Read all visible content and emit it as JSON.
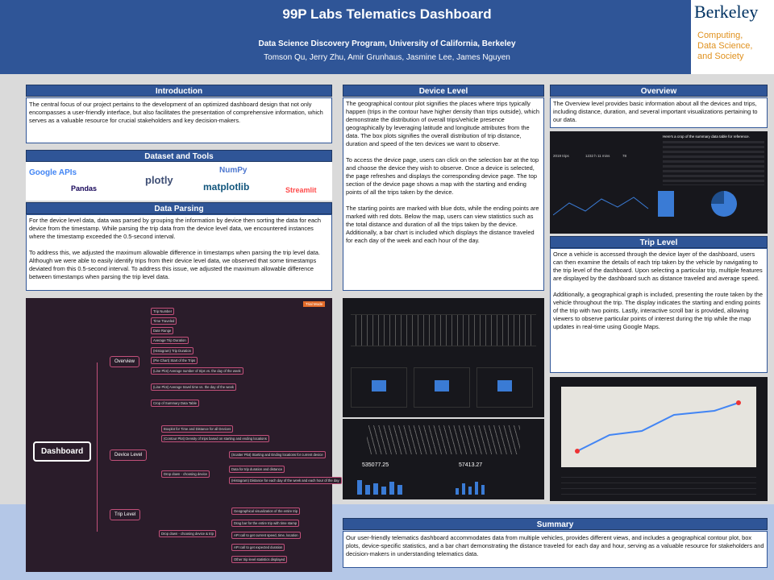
{
  "header": {
    "title": "99P Labs Telematics Dashboard",
    "program": "Data Science Discovery Program, University of California, Berkeley",
    "authors": "Tomson Qu, Jerry Zhu, Amir Grunhaus, Jasmine Lee, James Nguyen"
  },
  "logo": {
    "name": "Berkeley",
    "line1": "Computing,",
    "line2": "Data Science,",
    "line3": "and Society"
  },
  "introduction": {
    "heading": "Introduction",
    "body": "The central focus of our project pertains to the development of an optimized dashboard design that not only encompasses a user-friendly interface, but also facilitates the presentation of comprehensive information, which serves as a valuable resource for crucial stakeholders and key decision-makers."
  },
  "dataset": {
    "heading": "Dataset and Tools",
    "tools": [
      "Google APIs",
      "Pandas",
      "plotly",
      "NumPy",
      "matplotlib",
      "Streamlit"
    ]
  },
  "parsing": {
    "heading": "Data Parsing",
    "body": "For the device level data, data was parsed by grouping the information by device then sorting the data for each device from the timestamp. While parsing the trip data from the device level data, we encountered instances where the timestamp exceeded the 0.5-second interval.\n\nTo address this, we adjusted the maximum allowable difference in timestamps when parsing the trip level data. Although we were able to easily identify trips from their device level data, we observed that some timestamps deviated from this 0.5-second interval. To address this issue, we adjusted the maximum allowable difference between timestamps when parsing the trip level data."
  },
  "mindmap": {
    "root": "Dashboard",
    "badge": "Trial Mode",
    "overview": "Overview",
    "overview_items": [
      "Trip Number",
      "Time Traveled",
      "Date Range",
      "Average Trip Duration",
      "(Histogram) Trip Duration",
      "(Pie Chart) Start of the Trips",
      "(Line Plot) Average number of trips vs. the day of the week",
      "(Line Plot) Average travel time vs. the day of the week",
      "Crop of Summary Data Table"
    ],
    "device": "Device Level",
    "device_items": [
      "Boxplot for Time and Distance for all Devices",
      "(Contour Plot) Density of trips based on starting and ending locations",
      "(Scatter Plot) Starting and Ending locations for current device",
      "Data for trip duration and distance",
      "(Histogram) Distance for each day of the week and each hour of the day"
    ],
    "device_sub": "Drop down - choosing device",
    "trip": "Trip Level",
    "trip_sub": "Drop down - choosing device & trip",
    "trip_items": [
      "Geographical visualization of the entire trip",
      "Drag bar for the entire trip with time stamp",
      "API call to get current speed, time, location",
      "API call to get expected duration",
      "Other trip level statistics displayed"
    ]
  },
  "device_level": {
    "heading": "Device Level",
    "body": "The geographical contour plot signifies the places where trips typically happen (trips in the contour have higher density than trips outside), which demonstrate the distribution of overall trips/vehicle presence geographically by leveraging latitude and longitude attributes from the data. The box plots signifies the overall distribution of trip distance, duration and speed of the ten devices we want to observe.\n\nTo access the device page, users can click on the selection bar at the top and choose the device they wish to observe. Once a device is selected, the page refreshes and displays the corresponding device page. The top section of the device page shows a map with the starting and ending points of all the trips taken by the device.\n\nThe starting points are marked with blue dots, while the ending points are marked with red dots. Below the map, users can view statistics such as the total distance and duration of all the trips taken by the device. Additionally, a bar chart is included which displays the distance traveled for each day of the week and each hour of the day.",
    "stat1": "535077.25",
    "stat2": "57413.27"
  },
  "overview": {
    "heading": "Overview",
    "body": "The Overview level provides basic information about all the devices and trips, including distance, duration, and several important visualizations pertaining to our data.",
    "table_caption": "Here's a crop of the summary data table for reference.",
    "kpi1": "2019 trips",
    "kpi2": "1232 h 11 mins",
    "kpi3": "78"
  },
  "trip_level": {
    "heading": "Trip Level",
    "body": "Once a vehicle is accessed through the device layer of the dashboard, users can then examine the details of each trip taken by the vehicle by navigating to the trip level of the dashboard. Upon selecting a particular trip, multiple features are displayed by the dashboard such as distance traveled and average speed.\n\nAdditionally, a geographical graph is included, presenting the route taken by the vehicle throughout the trip. The display indicates the starting and ending points of the trip with two points. Lastly, interactive scroll bar is provided, allowing viewers to observe particular points of interest during the trip while the map updates in real-time using Google Maps."
  },
  "summary": {
    "heading": "Summary",
    "body": "Our user-friendly telematics dashboard accommodates data from multiple vehicles, provides different views, and includes a geographical contour plot, box plots, device-specific statistics, and a bar chart demonstrating the distance traveled for each day and hour, serving as a valuable resource for stakeholders and decision-makers in understanding telematics data."
  },
  "colors": {
    "header": "#2f5597",
    "band": "#b4c7e7",
    "accent": "#c2507a"
  }
}
